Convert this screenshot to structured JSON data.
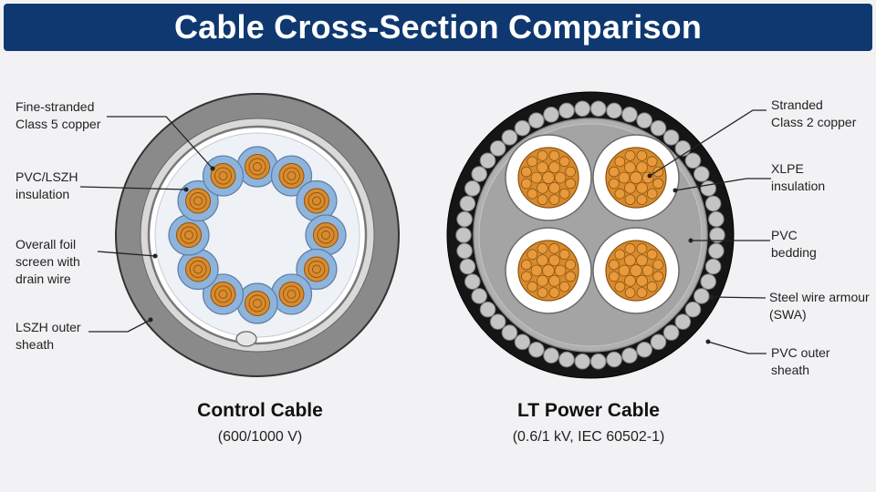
{
  "title": "Cable Cross-Section Comparison",
  "colors": {
    "title_bar": "#0f3870",
    "copper": "#d98b2e",
    "control_insulation": "#8fb4dc",
    "control_sheath": "#8a8a8a",
    "power_sheath": "#151515",
    "armour_wire": "#c4c4c4",
    "xlpe": "#ffffff",
    "bedding": "#b0b0b0"
  },
  "control_cable": {
    "name": "Control Cable",
    "rating": "(600/1000 V)",
    "core_count": 12,
    "labels": [
      [
        "Fine-stranded",
        "Class 5 copper"
      ],
      [
        "PVC/LSZH",
        "insulation"
      ],
      [
        "Overall foil",
        "screen with",
        "drain wire"
      ],
      [
        "LSZH outer",
        "sheath"
      ]
    ]
  },
  "power_cable": {
    "name": "LT Power Cable",
    "rating": "(0.6/1 kV, IEC 60502-1)",
    "core_count": 4,
    "labels": [
      [
        "Stranded",
        "Class 2 copper"
      ],
      [
        "XLPE",
        "insulation"
      ],
      [
        "PVC",
        "bedding"
      ],
      [
        "Steel wire armour",
        "(SWA)"
      ],
      [
        "PVC outer",
        "sheath"
      ]
    ]
  }
}
